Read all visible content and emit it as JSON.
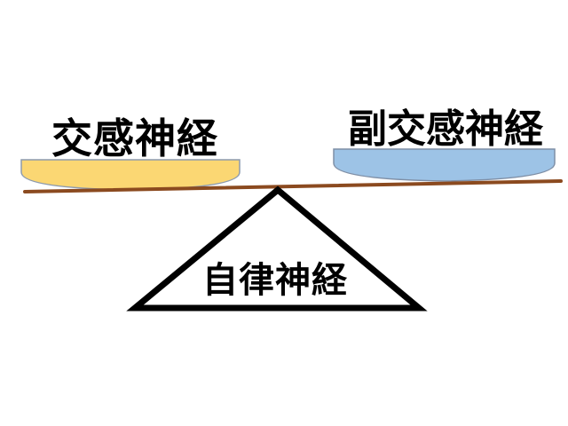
{
  "labels": {
    "left": "交感神経",
    "right": "副交感神経",
    "fulcrum": "自律神経"
  },
  "colors": {
    "left_pan": "#FBD773",
    "right_pan": "#9DC3E6",
    "beam": "#8B4A1F",
    "triangle_stroke": "#000000",
    "background": "#FFFFFF"
  }
}
